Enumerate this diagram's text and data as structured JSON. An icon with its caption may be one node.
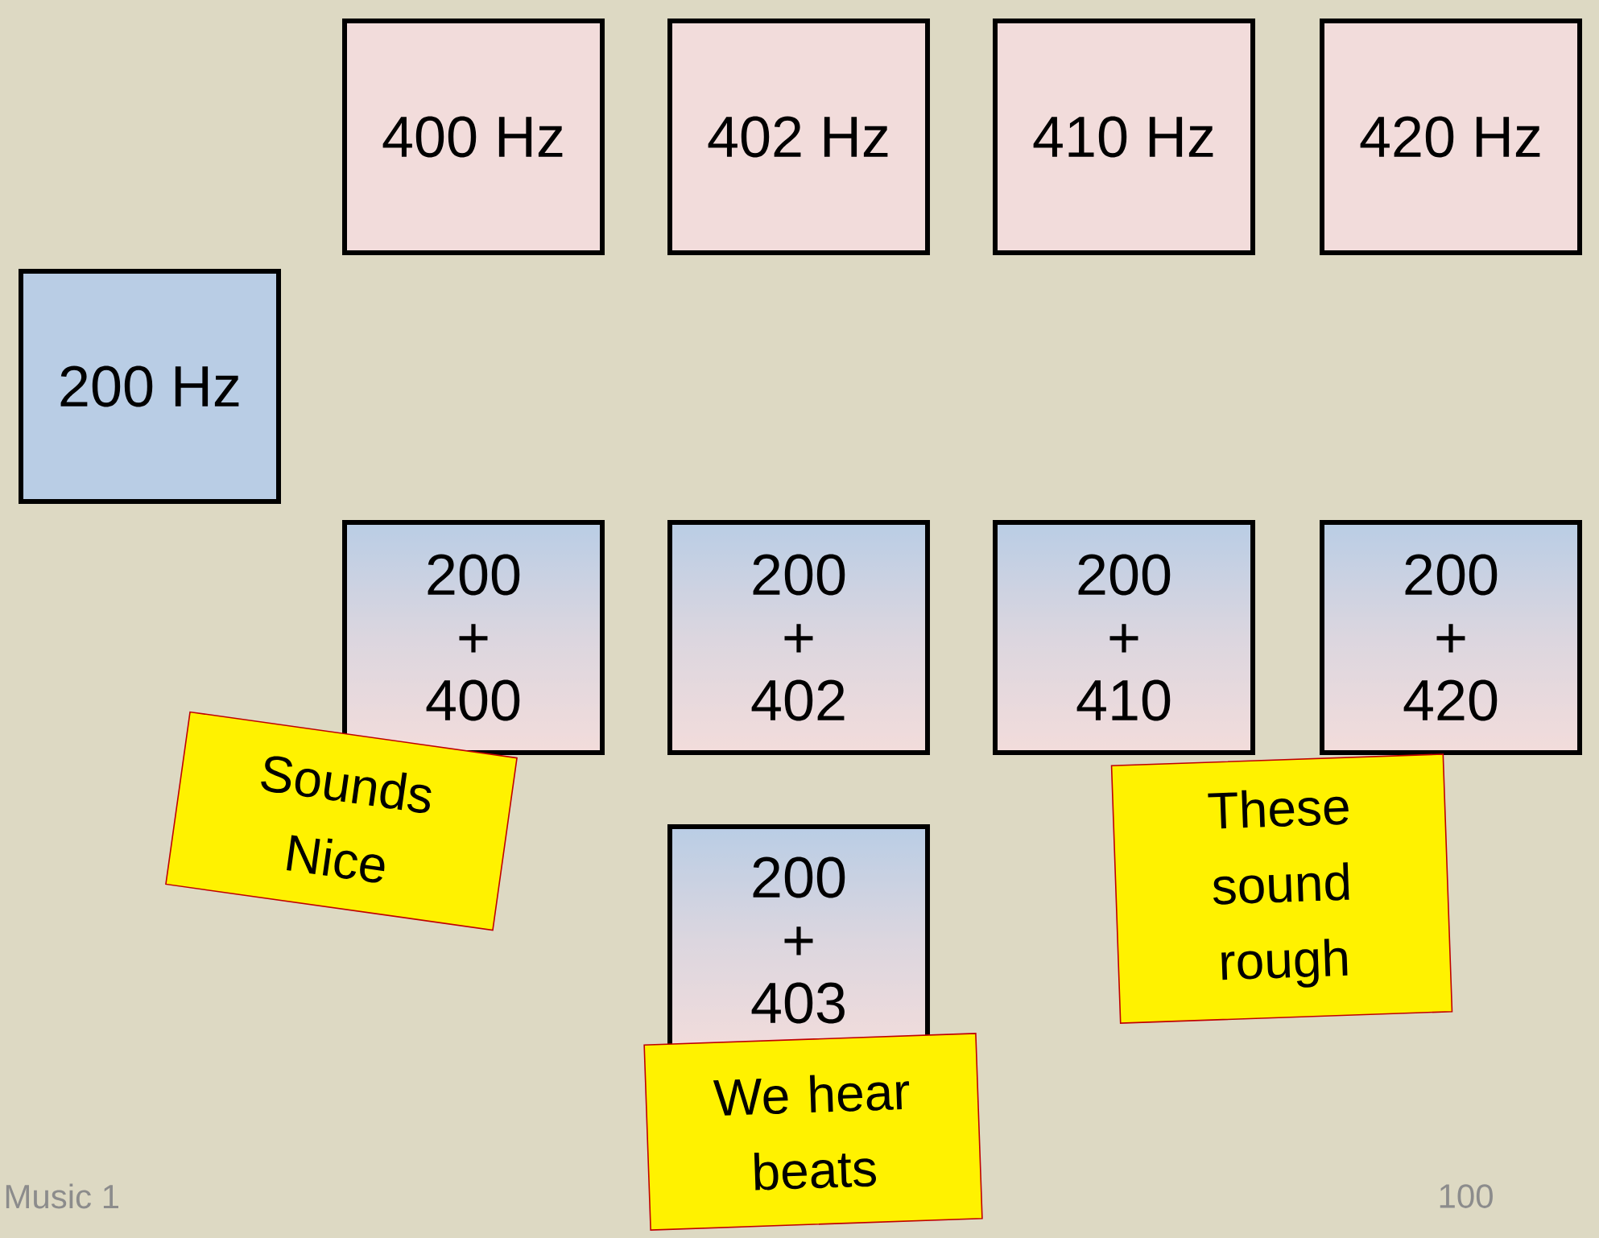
{
  "diagram": {
    "nodes": [
      {
        "text": [
          "400 Hz"
        ]
      },
      {
        "text": [
          "402 Hz"
        ]
      },
      {
        "text": [
          "410 Hz"
        ]
      },
      {
        "text": [
          "420 Hz"
        ]
      },
      {
        "text": [
          "200 Hz"
        ]
      },
      {
        "text": [
          "200 + 400"
        ]
      },
      {
        "text": [
          "200 + 402"
        ]
      },
      {
        "text": [
          "200 + 410"
        ]
      },
      {
        "text": [
          "200 + 420"
        ]
      },
      {
        "text": [
          "Sounds Nice"
        ]
      },
      {
        "text": [
          "These sound rough"
        ]
      },
      {
        "text": [
          "200 + 403"
        ]
      },
      {
        "text": [
          "We hear beats"
        ]
      }
    ],
    "labels": [
      "Music 1",
      "100"
    ]
  }
}
